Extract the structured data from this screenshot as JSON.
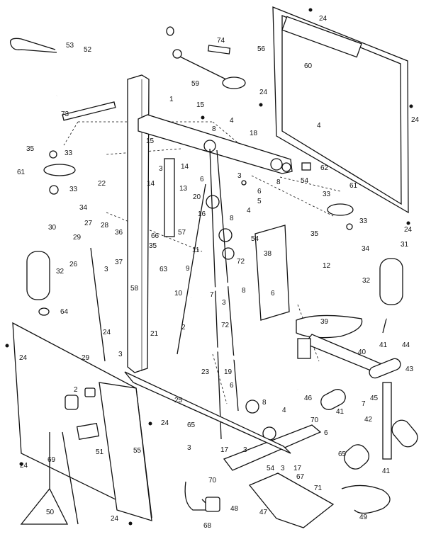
{
  "diagram": {
    "callouts": [
      {
        "text": "53"
      },
      {
        "text": "52"
      },
      {
        "text": "74"
      },
      {
        "text": "59"
      },
      {
        "text": "56"
      },
      {
        "text": "24"
      },
      {
        "text": "60"
      },
      {
        "text": "1"
      },
      {
        "text": "73"
      },
      {
        "text": "15"
      },
      {
        "text": "24"
      },
      {
        "text": "4"
      },
      {
        "text": "8"
      },
      {
        "text": "18"
      },
      {
        "text": "4"
      },
      {
        "text": "24"
      },
      {
        "text": "35"
      },
      {
        "text": "33"
      },
      {
        "text": "61"
      },
      {
        "text": "33"
      },
      {
        "text": "34"
      },
      {
        "text": "15"
      },
      {
        "text": "3"
      },
      {
        "text": "14"
      },
      {
        "text": "14"
      },
      {
        "text": "13"
      },
      {
        "text": "6"
      },
      {
        "text": "20"
      },
      {
        "text": "22"
      },
      {
        "text": "3"
      },
      {
        "text": "62"
      },
      {
        "text": "8"
      },
      {
        "text": "54"
      },
      {
        "text": "6"
      },
      {
        "text": "5"
      },
      {
        "text": "33"
      },
      {
        "text": "61"
      },
      {
        "text": "4"
      },
      {
        "text": "8"
      },
      {
        "text": "16"
      },
      {
        "text": "30"
      },
      {
        "text": "27"
      },
      {
        "text": "28"
      },
      {
        "text": "29"
      },
      {
        "text": "36"
      },
      {
        "text": "66"
      },
      {
        "text": "57"
      },
      {
        "text": "35"
      },
      {
        "text": "3"
      },
      {
        "text": "37"
      },
      {
        "text": "63"
      },
      {
        "text": "26"
      },
      {
        "text": "32"
      },
      {
        "text": "58"
      },
      {
        "text": "10"
      },
      {
        "text": "9"
      },
      {
        "text": "11"
      },
      {
        "text": "54"
      },
      {
        "text": "38"
      },
      {
        "text": "35"
      },
      {
        "text": "33"
      },
      {
        "text": "34"
      },
      {
        "text": "24"
      },
      {
        "text": "31"
      },
      {
        "text": "72"
      },
      {
        "text": "12"
      },
      {
        "text": "32"
      },
      {
        "text": "6"
      },
      {
        "text": "8"
      },
      {
        "text": "7"
      },
      {
        "text": "3"
      },
      {
        "text": "72"
      },
      {
        "text": "64"
      },
      {
        "text": "24"
      },
      {
        "text": "2"
      },
      {
        "text": "21"
      },
      {
        "text": "39"
      },
      {
        "text": "24"
      },
      {
        "text": "29"
      },
      {
        "text": "3"
      },
      {
        "text": "23"
      },
      {
        "text": "19"
      },
      {
        "text": "41"
      },
      {
        "text": "44"
      },
      {
        "text": "40"
      },
      {
        "text": "43"
      },
      {
        "text": "25"
      },
      {
        "text": "6"
      },
      {
        "text": "8"
      },
      {
        "text": "46"
      },
      {
        "text": "45"
      },
      {
        "text": "7"
      },
      {
        "text": "41"
      },
      {
        "text": "2"
      },
      {
        "text": "4"
      },
      {
        "text": "70"
      },
      {
        "text": "42"
      },
      {
        "text": "24"
      },
      {
        "text": "65"
      },
      {
        "text": "6"
      },
      {
        "text": "51"
      },
      {
        "text": "3"
      },
      {
        "text": "17"
      },
      {
        "text": "3"
      },
      {
        "text": "55"
      },
      {
        "text": "65"
      },
      {
        "text": "69"
      },
      {
        "text": "24"
      },
      {
        "text": "17"
      },
      {
        "text": "41"
      },
      {
        "text": "54"
      },
      {
        "text": "3"
      },
      {
        "text": "70"
      },
      {
        "text": "67"
      },
      {
        "text": "71"
      },
      {
        "text": "48"
      },
      {
        "text": "50"
      },
      {
        "text": "47"
      },
      {
        "text": "49"
      },
      {
        "text": "24"
      },
      {
        "text": "68"
      }
    ]
  }
}
